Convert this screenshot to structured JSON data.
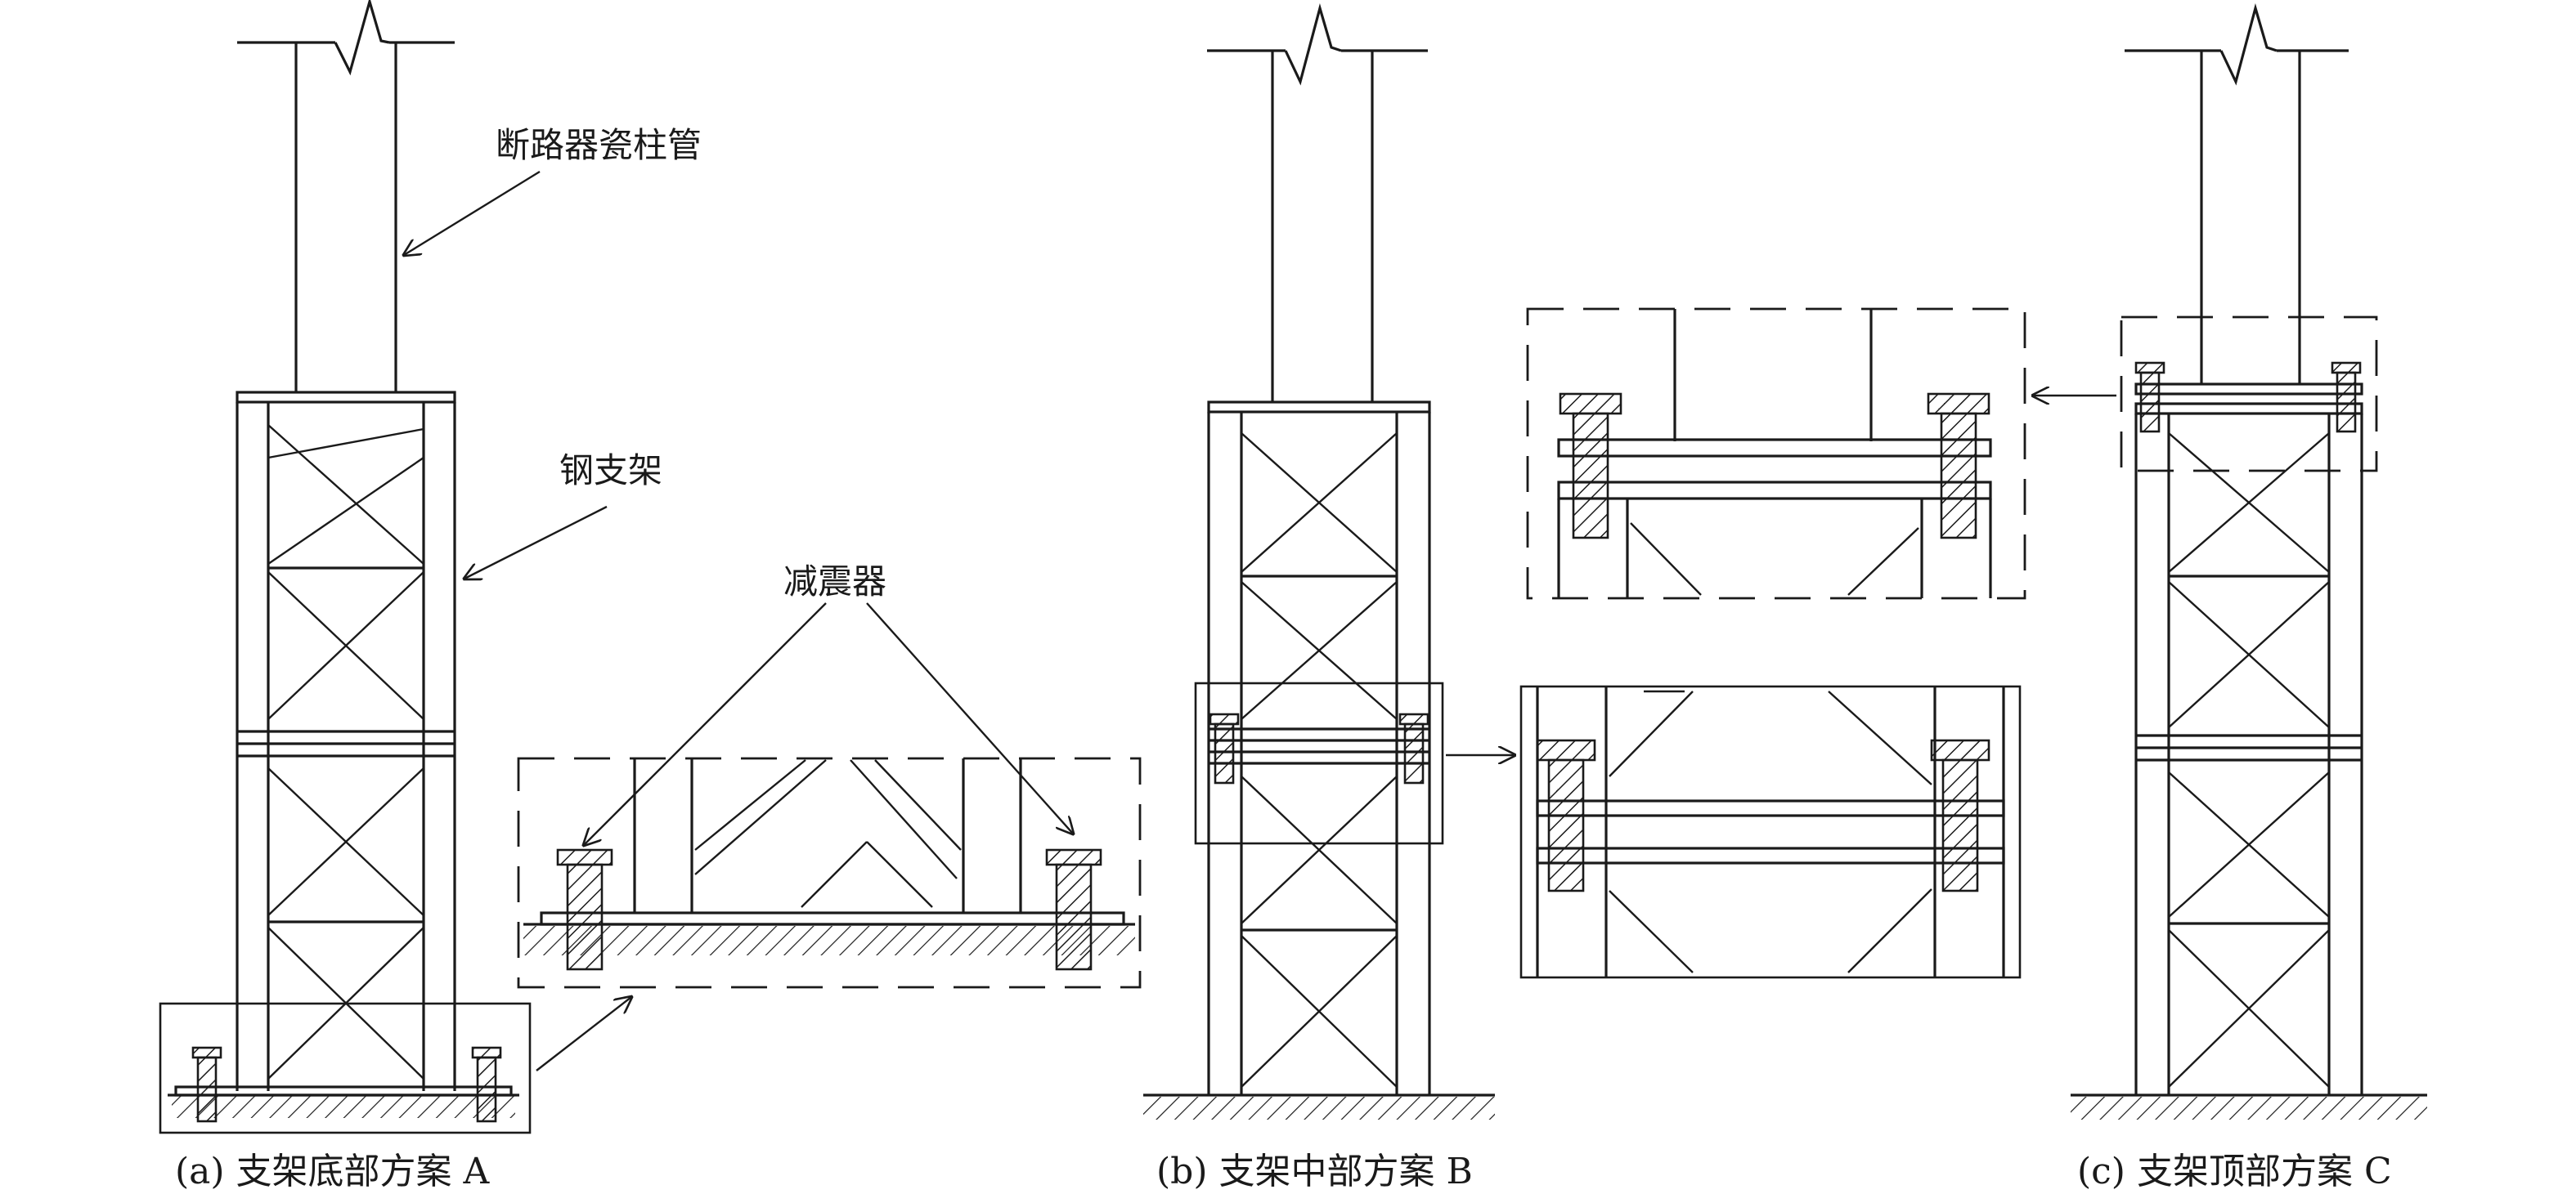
{
  "labels": {
    "porcelain_column": "断路器瓷柱管",
    "steel_support": "钢支架",
    "damper": "减震器"
  },
  "captions": {
    "a": "(a) 支架底部方案 A",
    "b": "(b) 支架中部方案 B",
    "c": "(c) 支架顶部方案 C"
  },
  "colors": {
    "line": "#1a1a1a",
    "background": "#ffffff"
  }
}
